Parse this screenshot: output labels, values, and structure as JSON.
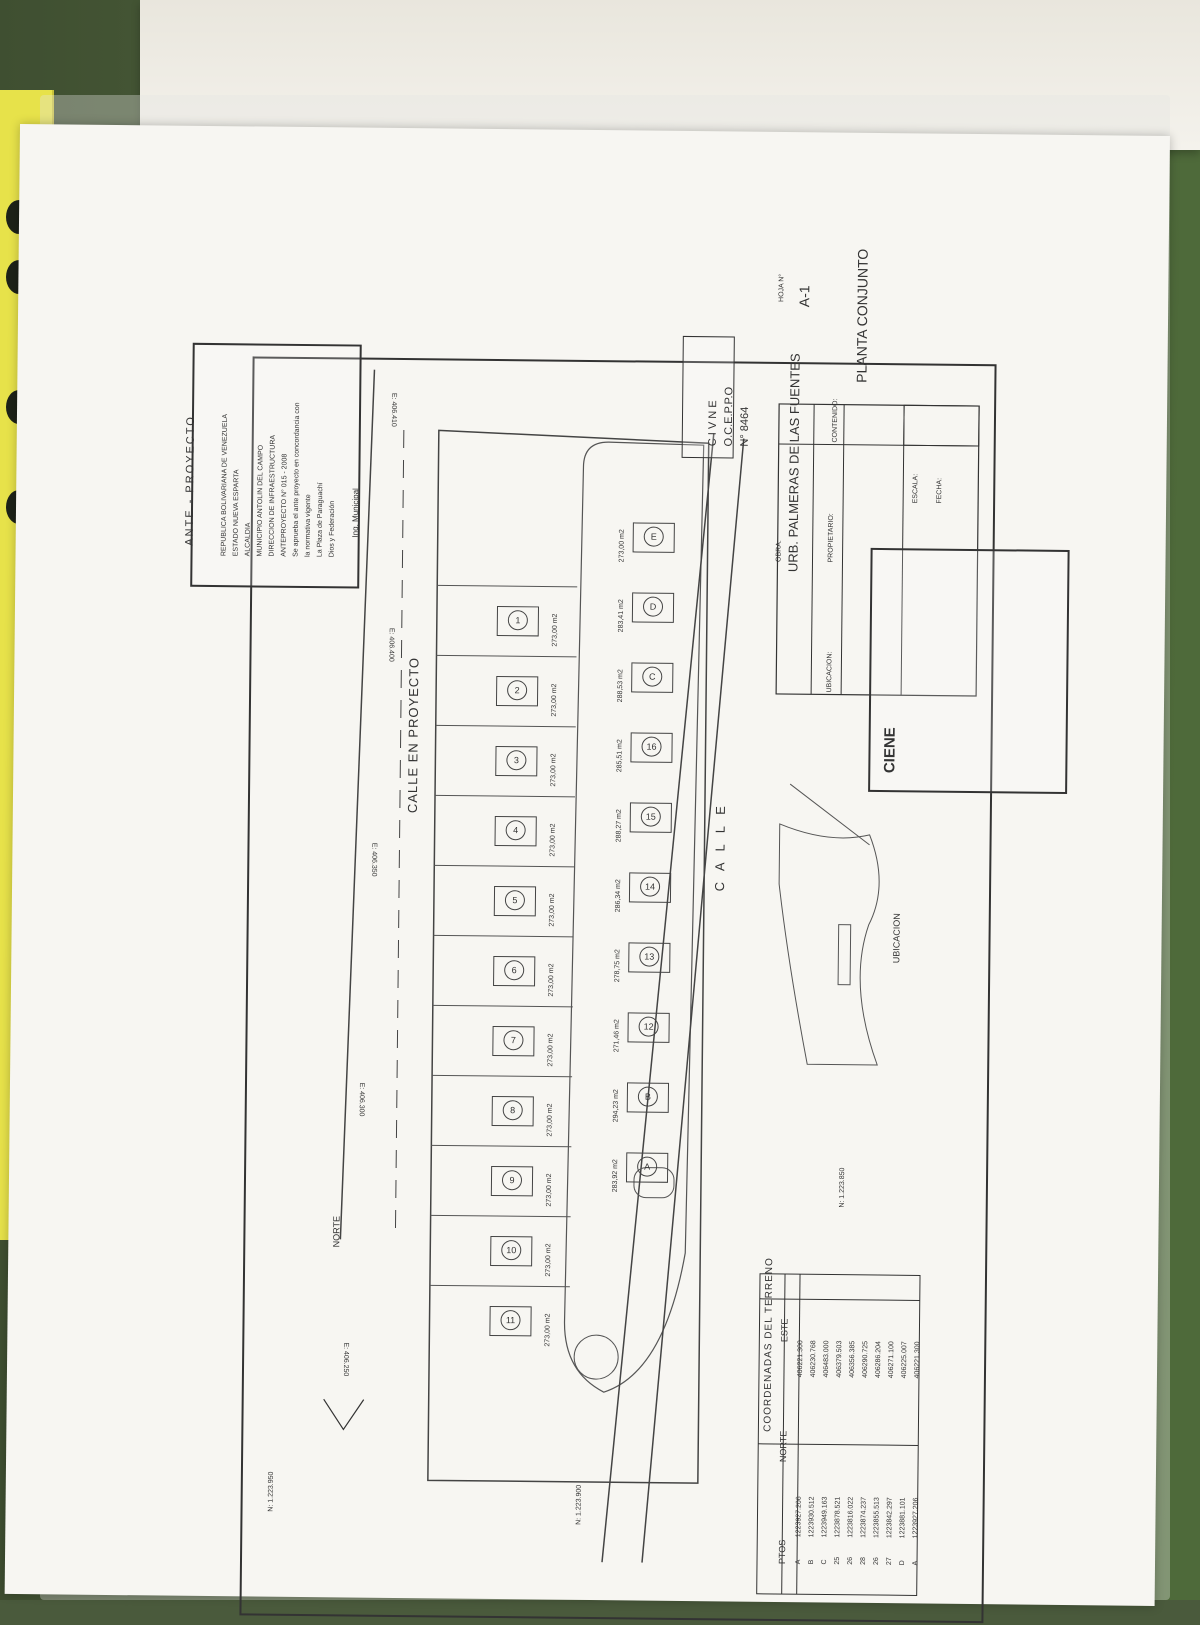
{
  "stamp_municipal": {
    "heading": "ANTE - PROYECTO",
    "lines": [
      "REPUBLICA BOLIVARIANA DE VENEZUELA",
      "ESTADO NUEVA ESPARTA",
      "ALCALDIA",
      "MUNICIPIO ANTOLIN DEL CAMPO",
      "DIRECCION DE INFRAESTRUCTURA",
      "ANTEPROYECTO N° 015 - 2008",
      "Se aprueba el ante proyecto en concordancia con",
      "la normativa vigente",
      "La Plaza de Paraguachí",
      "Dios y Federación"
    ],
    "signature_label": "Ing. Municipal"
  },
  "street_top": "CALLE EN PROYECTO",
  "street_bottom": "C A L L E",
  "coords_e": [
    "E: 406.410",
    "E: 406.400",
    "E: 406.350",
    "E: 406.300",
    "E: 406.250"
  ],
  "coords_n": [
    "N: 1.223.950",
    "N: 1.223.900",
    "N: 1.223.850"
  ],
  "north_label": "NORTE",
  "upper_lots": [
    {
      "num": "1",
      "area": "273,00 m2"
    },
    {
      "num": "2",
      "area": "273,00 m2"
    },
    {
      "num": "3",
      "area": "273,00 m2"
    },
    {
      "num": "4",
      "area": "273,00 m2"
    },
    {
      "num": "5",
      "area": "273,00 m2"
    },
    {
      "num": "6",
      "area": "273,00 m2"
    },
    {
      "num": "7",
      "area": "273,00 m2"
    },
    {
      "num": "8",
      "area": "273,00 m2"
    },
    {
      "num": "9",
      "area": "273,00 m2"
    },
    {
      "num": "10",
      "area": "273,00 m2"
    },
    {
      "num": "11",
      "area": "273,00 m2"
    }
  ],
  "lower_lots": [
    {
      "num": "E",
      "area": "273,00 m2"
    },
    {
      "num": "D",
      "area": "283,41 m2"
    },
    {
      "num": "C",
      "area": "288,53 m2"
    },
    {
      "num": "16",
      "area": "285,51 m2"
    },
    {
      "num": "15",
      "area": "288,27 m2"
    },
    {
      "num": "14",
      "area": "286,34 m2"
    },
    {
      "num": "13",
      "area": "278,75 m2"
    },
    {
      "num": "12",
      "area": "271,46 m2"
    },
    {
      "num": "B",
      "area": "294,23 m2"
    },
    {
      "num": "A",
      "area": "283,92 m2"
    }
  ],
  "cicepro_stamp": {
    "lines": [
      "C I V  N E",
      "O.C.E.P.P.O",
      "N° 8464"
    ]
  },
  "title_block": {
    "obra_label": "OBRA:",
    "obra": "URB. PALMERAS DE LAS FUENTES",
    "sheet_label": "HOJA N°",
    "sheet": "A-1",
    "content_label": "CONTENIDO:",
    "content": "PLANTA CONJUNTO",
    "owner_label": "PROPIETARIO:",
    "ubicacion_label": "UBICACION:",
    "escala_label": "ESCALA:",
    "fecha_label": "FECHA:"
  },
  "ciene_stamp": {
    "name": "CIENE"
  },
  "location_label": "UBICACION",
  "coord_table": {
    "title": "COORDENADAS  DEL  TERRENO",
    "headers": [
      "PTOS",
      "NORTE",
      "ESTE"
    ],
    "rows": [
      [
        "A",
        "1223927.206",
        "406221.300"
      ],
      [
        "B",
        "1223930.512",
        "406230.768"
      ],
      [
        "C",
        "1223949.163",
        "406483.000"
      ],
      [
        "25",
        "1223878.521",
        "406379.503"
      ],
      [
        "26",
        "1223816.022",
        "406356.385"
      ],
      [
        "28",
        "1223874.237",
        "406290.725"
      ],
      [
        "26",
        "1223855.513",
        "406286.204"
      ],
      [
        "27",
        "1223842.297",
        "406271.100"
      ],
      [
        "D",
        "1223881.101",
        "406225.007"
      ],
      [
        "A",
        "1223927.206",
        "406221.300"
      ]
    ]
  }
}
